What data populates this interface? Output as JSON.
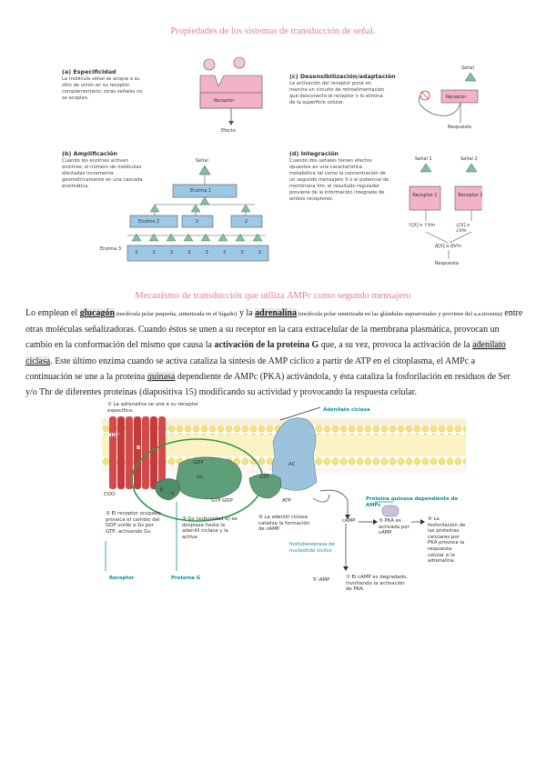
{
  "titles": {
    "top": "Propiedades de los sistemas de transducción de señal.",
    "middle": "Mecanismo de transducción que utiliza AMPc como segundo mensajero"
  },
  "panel_a": {
    "label": "(a) Especificidad",
    "text": "La molécula señal se acopla a su sitio de unión en su receptor complementario; otras señales no se acoplan.",
    "receptor": "Receptor",
    "effect": "Efecto"
  },
  "panel_b": {
    "label": "(b) Amplificación",
    "text": "Cuando los enzimas activan enzimas, el número de moléculas afectadas incrementa geométricamente en una cascada enzimática.",
    "signal": "Señal",
    "enzyme1": "Enzima 1",
    "enzyme2": "Enzima 2",
    "box2a": "2",
    "box2b": "2",
    "enzyme3": "Enzima 3",
    "row3": [
      "3",
      "3",
      "3",
      "3",
      "3",
      "3",
      "3",
      "3"
    ]
  },
  "panel_c": {
    "label": "(c) Desensibilización/adaptación",
    "text": "La activación del receptor pone en marcha un circuito de retroalimentación que desconecta el receptor o lo elimina de la superficie celular.",
    "signal": "Señal",
    "receptor": "Receptor",
    "response": "Respuesta"
  },
  "panel_d": {
    "label": "(d) Integración",
    "text": "Cuando dos señales tienen efectos opuestos en una característica metabólica tal como la concentración de un segundo mensajero X o el potencial de membrana Vm, el resultado regulador proviene de la información integrada de ambos receptores.",
    "signal1": "Señal 1",
    "signal2": "Señal 2",
    "receptor1": "Receptor 1",
    "receptor2": "Receptor 2",
    "eff1": "↑[X] o ↑Vm",
    "eff2": "↓[X] o ↓Vm",
    "net": "Δ[X] o ΔVm",
    "response": "Respuesta"
  },
  "paragraph": {
    "s1": "Lo emplean el ",
    "glucagon": "glucagón",
    "s2": " (molécula polar pequeña, sintetizada en el hígado)",
    "s3": " y la ",
    "adrenalina": "adrenalina",
    "s4": " (molécula polar sintetizada en las glándulas suprarrenales y proviene del a.a.tirosina)",
    "s5": " entre otras moléculas señalizadoras. Cuando éstos se unen a su receptor en la cara extracelular de la membrana plasmática, provocan un cambio en la conformación del mismo que causa la ",
    "protG": "activación de la proteína G",
    "s6": " que, a su vez, provoca la activación de la ",
    "adenilato": "adenilato ciclasa",
    "s7": ". Este último enzima cuando se activa cataliza la síntesis de AMP cíclico a partir de ATP en el citoplasma, el AMPc a continuación se une a la proteína ",
    "quinasa": "quinasa",
    "s8": " dependiente de AMPc (PKA) activándola, y ésta cataliza la fosforilación en residuos de Ser y/o Thr de diferentes proteínas (diapositiva 15) modificando su actividad y provocando la respuesta celular."
  },
  "mechanism": {
    "step1": "① La adrenalina se une a su receptor específico.",
    "adenyl": "Adenilato ciclasa",
    "nh3": "NH₃⁺",
    "coo": "COO⁻",
    "gdp": "GDP",
    "gs": "Gs",
    "gtp": "GTP",
    "gtp_gdp": "GTP  GDP",
    "ac": "AC",
    "atp": "ATP",
    "beta": "β",
    "gamma": "γ",
    "b_label": "B",
    "step2": "② El receptor ocupado provoca el cambio del GDP unido a Gs por GTP, activando Gs.",
    "step3": "③ Gs (subunidad α) se desplaza hasta la adenilil ciclasa y la activa.",
    "step4": "④ La adenilil ciclasa cataliza la formación de cAMP.",
    "camp": "cAMP",
    "pka_label": "Proteína quinasa dependiente de AMPc",
    "step5": "⑤ PKA es activada por cAMP.",
    "step6": "⑥ La fosforilación de las proteínas celulares por PKA provoca la respuesta celular a la adrenalina.",
    "step7": "⑦ El cAMP es degradado, invirtiendo la activación de PKA.",
    "pde": "fosfodiesterasa de nucleótido cíclico",
    "amp": "5'-AMP",
    "receptor_lbl": "Receptor",
    "protG_lbl": "Proteína G"
  },
  "colors": {
    "title_pink": "#e37c9a",
    "teal": "#0a8f96",
    "membrane": "#f2e27a",
    "receptor_red": "#c8393b",
    "gs_green": "#5e9e78",
    "ac_blue": "#9cc2dc"
  }
}
